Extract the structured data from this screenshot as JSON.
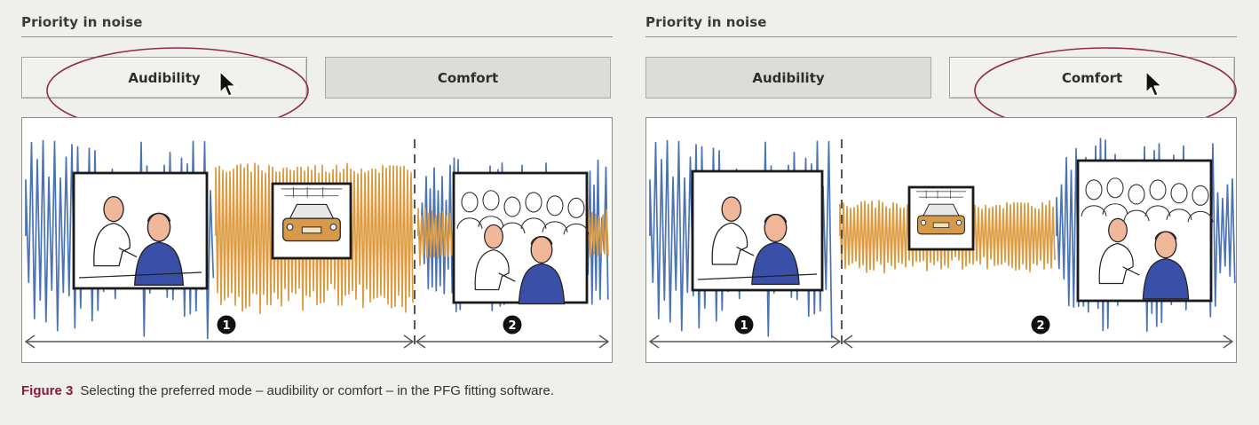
{
  "panels": [
    {
      "title": "Priority in noise",
      "buttons": [
        {
          "label": "Audibility",
          "selected": true
        },
        {
          "label": "Comfort",
          "selected": false
        }
      ],
      "selected_mode": "Audibility",
      "highlighted_button": "Audibility",
      "pointer_target": "Audibility",
      "markers": [
        "1",
        "2"
      ],
      "scene_icons": [
        "conversation-scene-icon",
        "car-traffic-scene-icon",
        "crowd-conversation-scene-icon"
      ]
    },
    {
      "title": "Priority in noise",
      "buttons": [
        {
          "label": "Audibility",
          "selected": false
        },
        {
          "label": "Comfort",
          "selected": true
        }
      ],
      "selected_mode": "Comfort",
      "highlighted_button": "Comfort",
      "pointer_target": "Comfort",
      "markers": [
        "1",
        "2"
      ],
      "scene_icons": [
        "conversation-scene-icon",
        "car-traffic-scene-icon",
        "crowd-conversation-scene-icon"
      ]
    }
  ],
  "colors": {
    "speech_wave": "#4a73b5",
    "noise_wave": "#dd9a3e",
    "highlight_ring": "#962a4c",
    "caption_figure": "#8b1a3a",
    "person_shirt": "#3a4fa8",
    "person_skin": "#f0b79a",
    "car_body": "#d79a4a"
  },
  "caption": {
    "figure_label": "Figure 3",
    "text": "Selecting the preferred mode – audibility or comfort – in the PFG fitting software."
  }
}
